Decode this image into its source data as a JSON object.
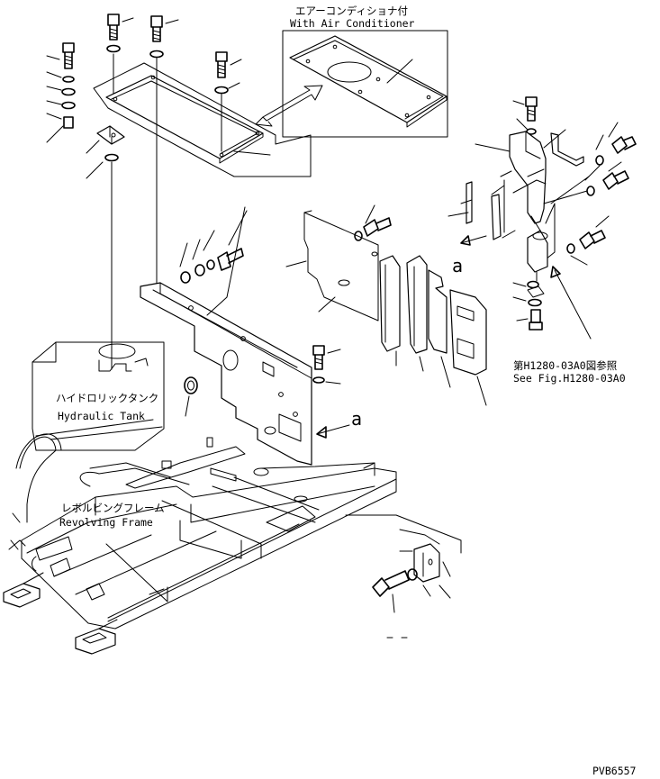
{
  "labels": {
    "air_conditioner_jp": "エアーコンディショナ付",
    "air_conditioner_en": "With Air Conditioner",
    "hydraulic_tank_jp": "ハイドロリックタンク",
    "hydraulic_tank_en": "Hydraulic Tank",
    "revolving_frame_jp": "レボルビングフレーム",
    "revolving_frame_en": "Revolving Frame",
    "see_fig_jp": "第H1280-03A0図参照",
    "see_fig_en": "See Fig.H1280-03A0",
    "view_a_upper": "a",
    "view_a_lower": "a",
    "figure_code": "PVB6557"
  }
}
